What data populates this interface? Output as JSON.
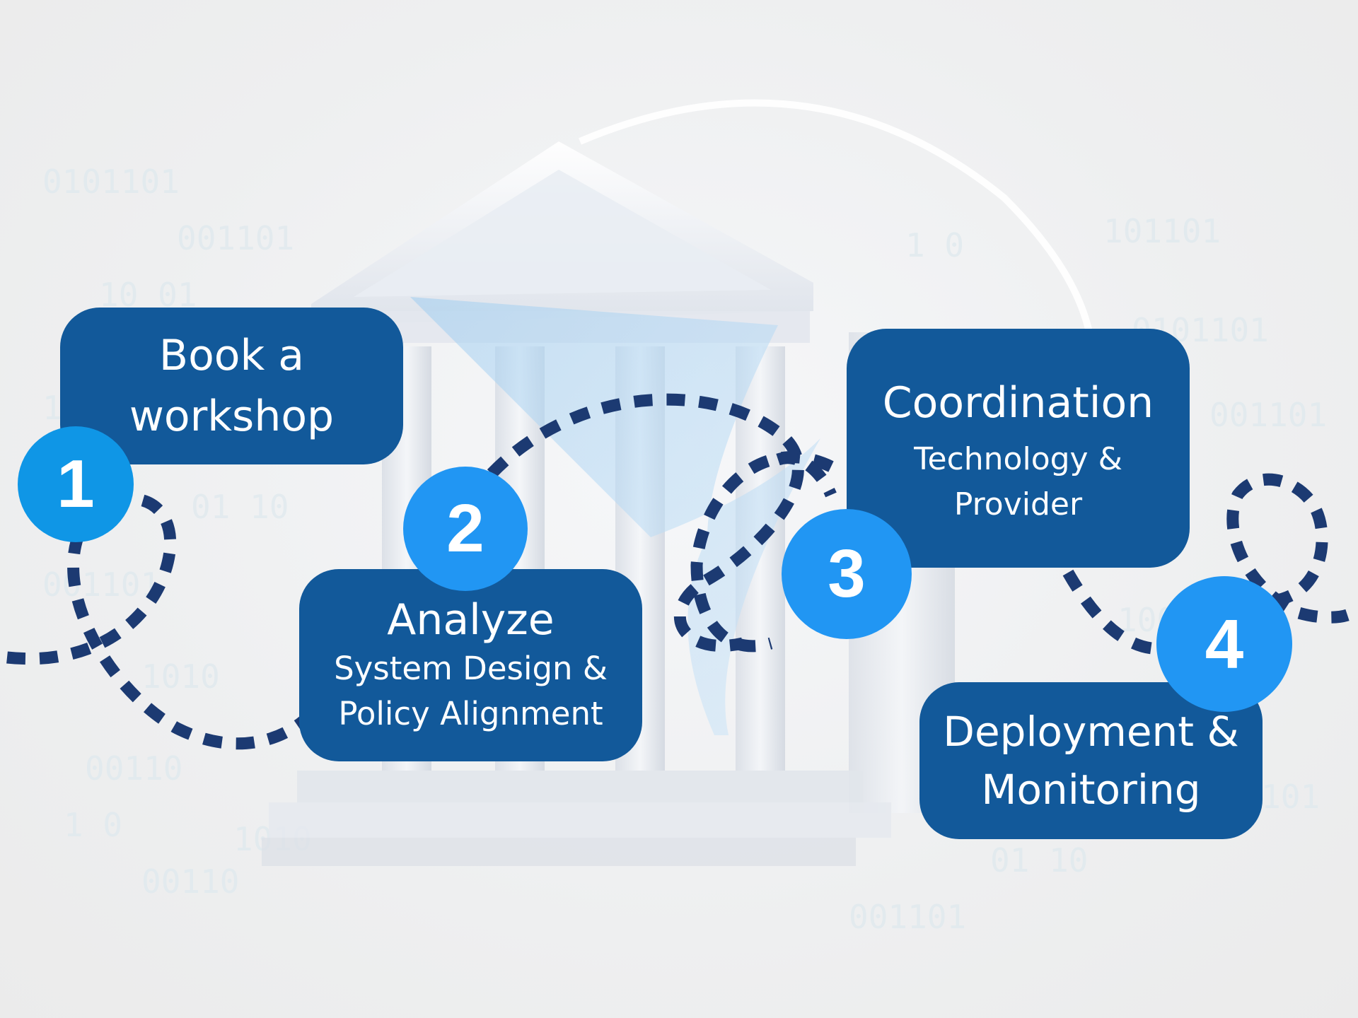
{
  "steps": [
    {
      "number": "1",
      "title": "Book a",
      "title2": "workshop"
    },
    {
      "number": "2",
      "title": "Analyze",
      "subtitle": "System Design &",
      "subtitle2": "Policy Alignment"
    },
    {
      "number": "3",
      "title": "Coordination",
      "subtitle": "Technology &",
      "subtitle2": "Provider"
    },
    {
      "number": "4",
      "title": "Deployment &",
      "title2": "Monitoring"
    }
  ],
  "colors": {
    "box": "#12599a",
    "badge_1": "#0f96e6",
    "badge": "#2196f3",
    "dotted_path": "#1c3a72",
    "background": "#efefef"
  },
  "icons": [
    "bank-building-icon",
    "check-mark-icon"
  ],
  "binary_texture": [
    "0101101",
    "001101",
    "10 01",
    "1001",
    "01 10",
    "001101",
    "1010",
    "00110",
    "1 0",
    "101101"
  ]
}
